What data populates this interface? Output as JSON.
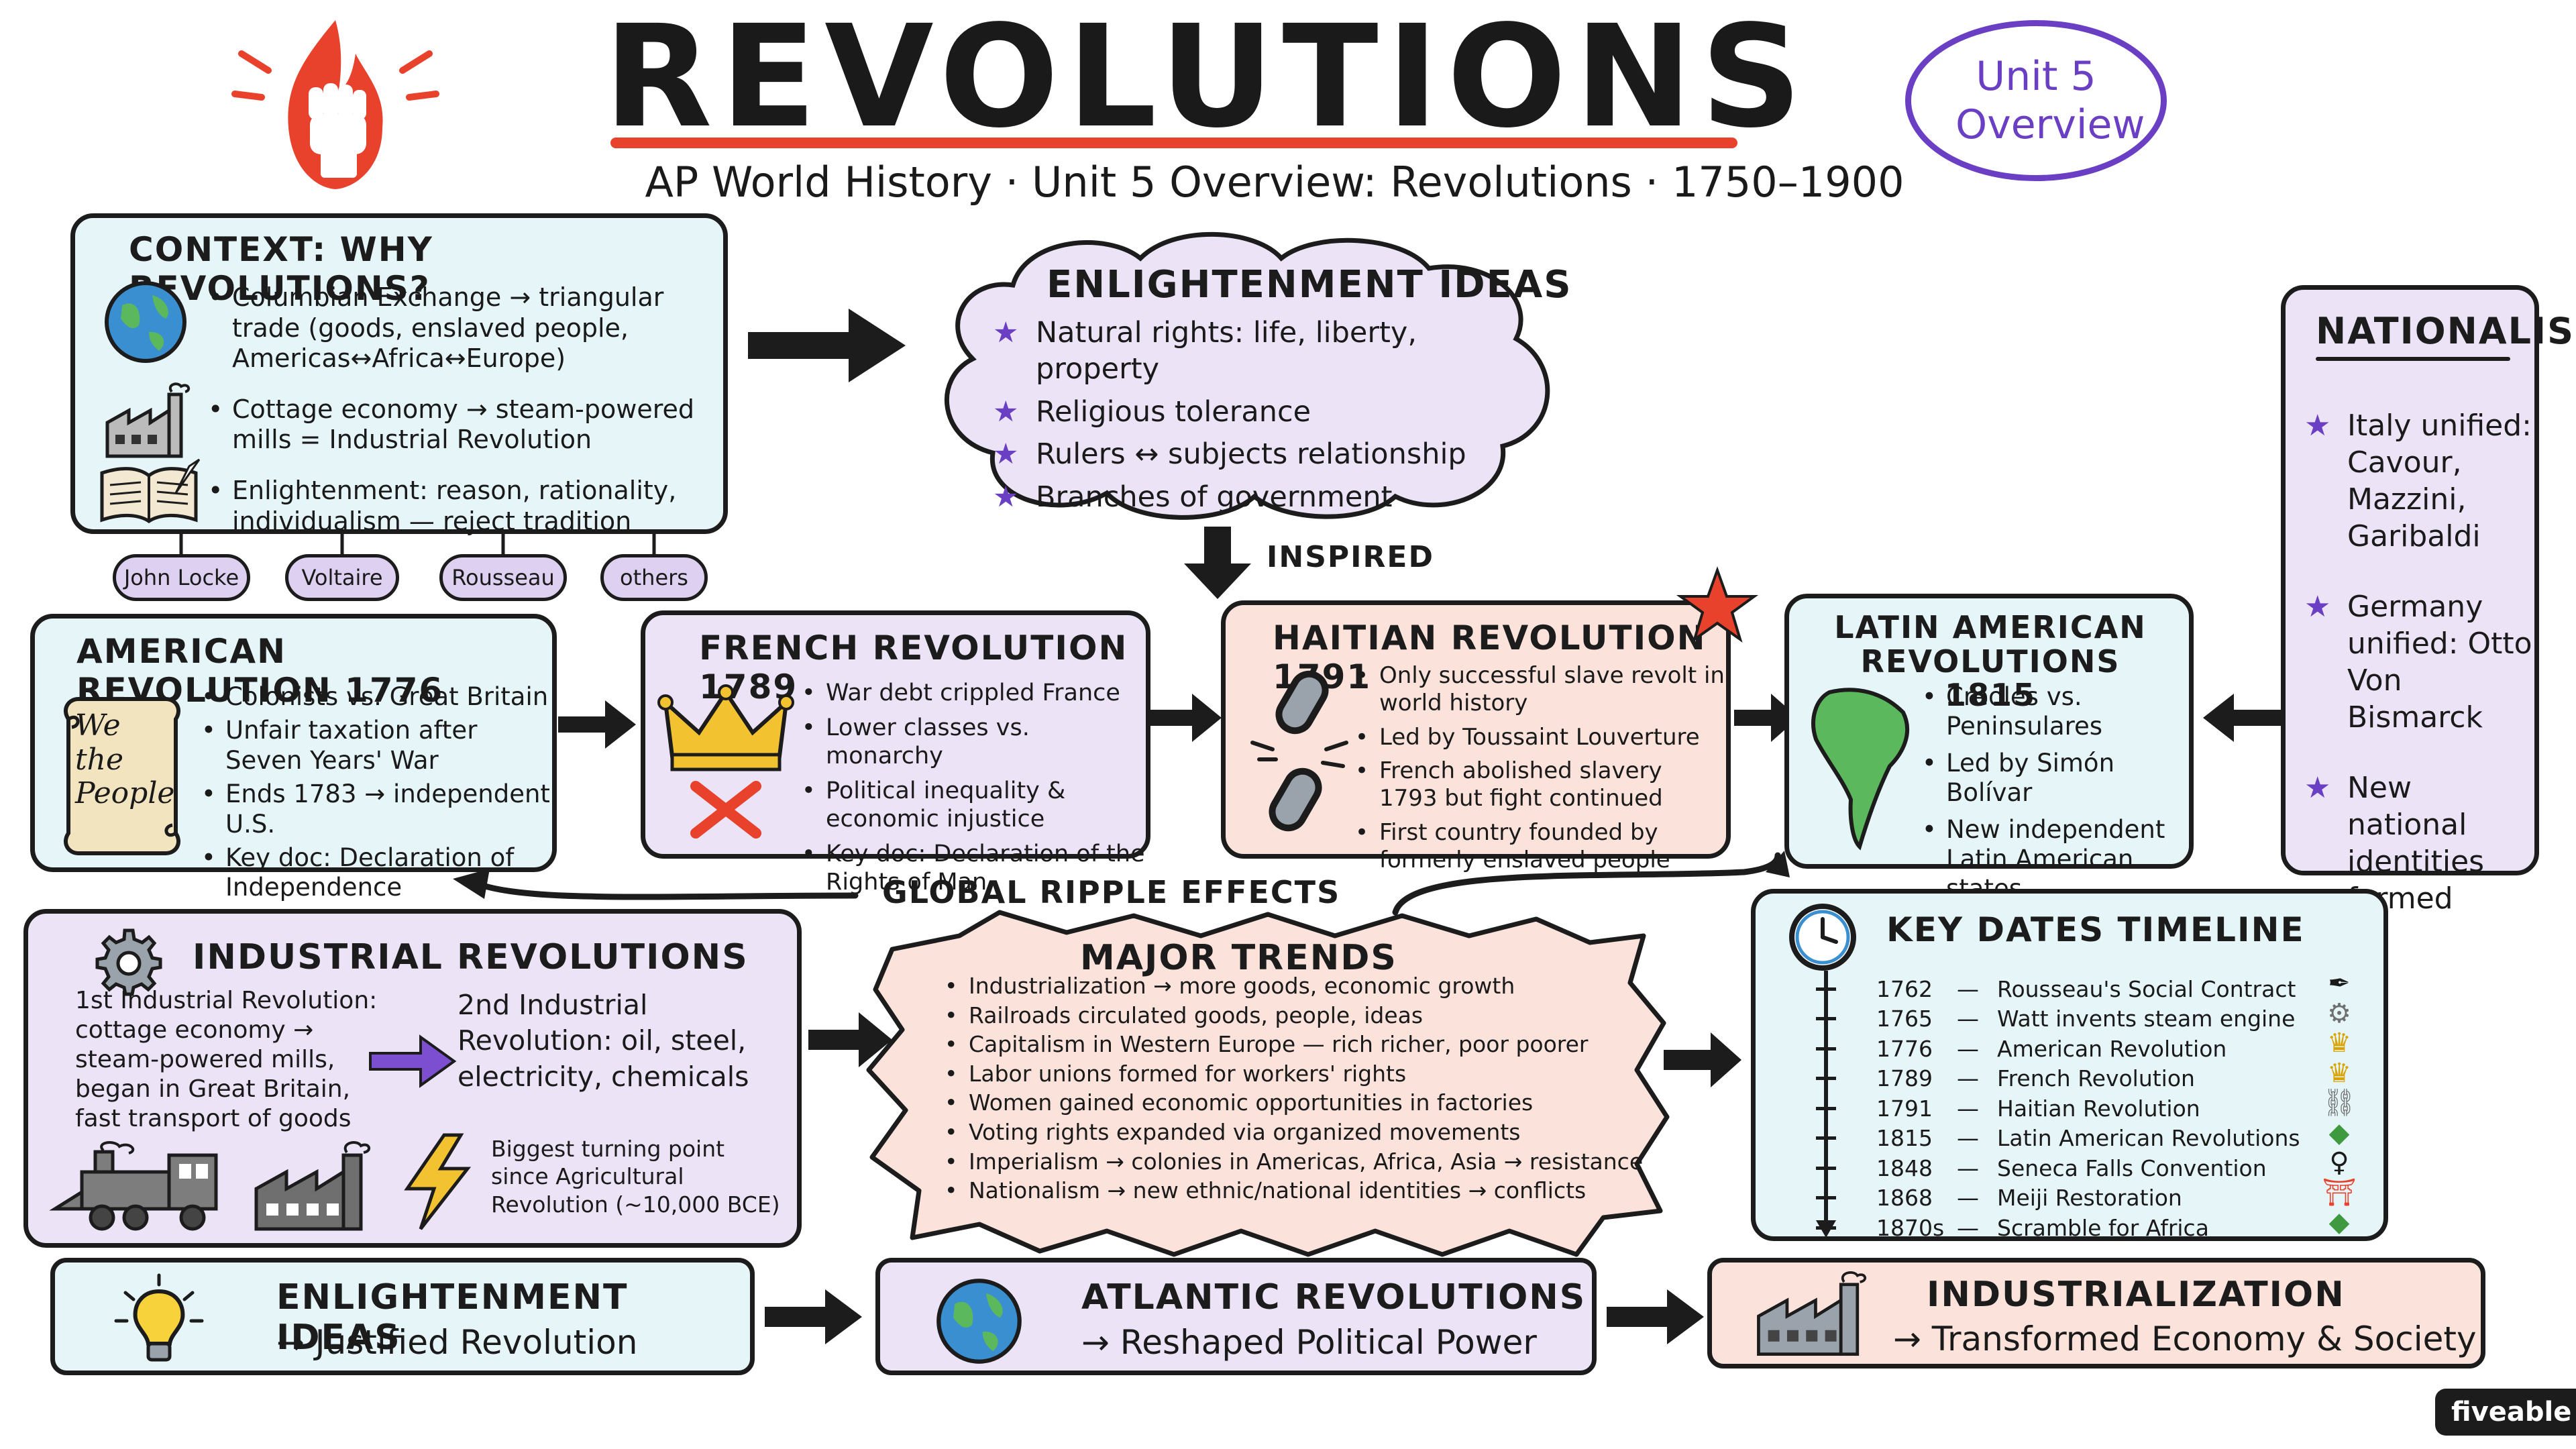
{
  "title": "REVOLUTIONS",
  "subtitle": "AP World History · Unit 5 Overview: Revolutions · 1750–1900",
  "badge": "Unit 5 Overview",
  "context": {
    "heading": "CONTEXT: WHY REVOLUTIONS?",
    "items": [
      "Columbian Exchange → triangular trade (goods, enslaved people, Americas↔Africa↔Europe)",
      "Cottage economy → steam-powered mills = Industrial Revolution",
      "Enlightenment: reason, rationality, individualism — reject tradition"
    ],
    "thinkers": [
      "John Locke",
      "Voltaire",
      "Rousseau",
      "others"
    ]
  },
  "enlightenment": {
    "heading": "ENLIGHTENMENT IDEAS",
    "items": [
      "Natural rights: life, liberty, property",
      "Religious tolerance",
      "Rulers ↔ subjects relationship",
      "Branches of government"
    ]
  },
  "inspired_label": "INSPIRED",
  "nationalism": {
    "heading": "NATIONALISM",
    "items": [
      "Italy unified: Cavour, Mazzini, Garibaldi",
      "Germany unified: Otto Von Bismarck",
      "New national identities formed"
    ]
  },
  "american": {
    "heading": "AMERICAN REVOLUTION 1776",
    "scroll_text": "We the People",
    "items": [
      "Colonists vs. Great Britain",
      "Unfair taxation after Seven Years' War",
      "Ends 1783 → independent U.S.",
      "Key doc: Declaration of Independence"
    ]
  },
  "french": {
    "heading": "FRENCH REVOLUTION 1789",
    "items": [
      "War debt crippled France",
      "Lower classes vs. monarchy",
      "Political inequality & economic injustice",
      "Key doc: Declaration of the Rights of Man"
    ]
  },
  "haitian": {
    "heading": "HAITIAN REVOLUTION 1791",
    "items": [
      "Only successful slave revolt in world history",
      "Led by Toussaint Louverture",
      "French abolished slavery 1793 but fight continued",
      "First country founded by formerly enslaved people"
    ]
  },
  "latin": {
    "heading": "LATIN AMERICAN REVOLUTIONS 1815",
    "items": [
      "Creoles vs. Peninsulares",
      "Led by Simón Bolívar",
      "New independent Latin American states"
    ]
  },
  "ripple_label": "GLOBAL RIPPLE EFFECTS",
  "industrial": {
    "heading": "INDUSTRIAL REVOLUTIONS",
    "first": "1st Industrial Revolution: cottage economy → steam-powered mills, began in Great Britain, fast transport of goods",
    "second": "2nd Industrial Revolution: oil, steel, electricity, chemicals",
    "turning": "Biggest turning point since Agricultural Revolution (~10,000 BCE)"
  },
  "trends": {
    "heading": "MAJOR TRENDS",
    "items": [
      "Industrialization → more goods, economic growth",
      "Railroads circulated goods, people, ideas",
      "Capitalism in Western Europe — rich richer, poor poorer",
      "Labor unions formed for workers' rights",
      "Women gained economic opportunities in factories",
      "Voting rights expanded via organized movements",
      "Imperialism → colonies in Americas, Africa, Asia → resistance",
      "Nationalism → new ethnic/national identities → conflicts"
    ]
  },
  "timeline": {
    "heading": "KEY DATES TIMELINE",
    "entries": [
      {
        "year": "1762",
        "event": "Rousseau's Social Contract"
      },
      {
        "year": "1765",
        "event": "Watt invents steam engine"
      },
      {
        "year": "1776",
        "event": "American Revolution"
      },
      {
        "year": "1789",
        "event": "French Revolution"
      },
      {
        "year": "1791",
        "event": "Haitian Revolution"
      },
      {
        "year": "1815",
        "event": "Latin American Revolutions"
      },
      {
        "year": "1848",
        "event": "Seneca Falls Convention"
      },
      {
        "year": "1868",
        "event": "Meiji Restoration"
      },
      {
        "year": "1870s",
        "event": "Scramble for Africa"
      }
    ]
  },
  "bottom": [
    {
      "title": "ENLIGHTENMENT IDEAS",
      "sub": "→ Justified Revolution"
    },
    {
      "title": "ATLANTIC REVOLUTIONS",
      "sub": "→ Reshaped Political Power"
    },
    {
      "title": "INDUSTRIALIZATION",
      "sub": "→ Transformed Economy & Society"
    }
  ],
  "brand": "fiveable",
  "colors": {
    "blue_box": "#e6f5f8",
    "purple_box": "#ece4f6",
    "red_box": "#fbe3dc",
    "star": "#6a3fc4",
    "accent_red": "#e8412c"
  }
}
